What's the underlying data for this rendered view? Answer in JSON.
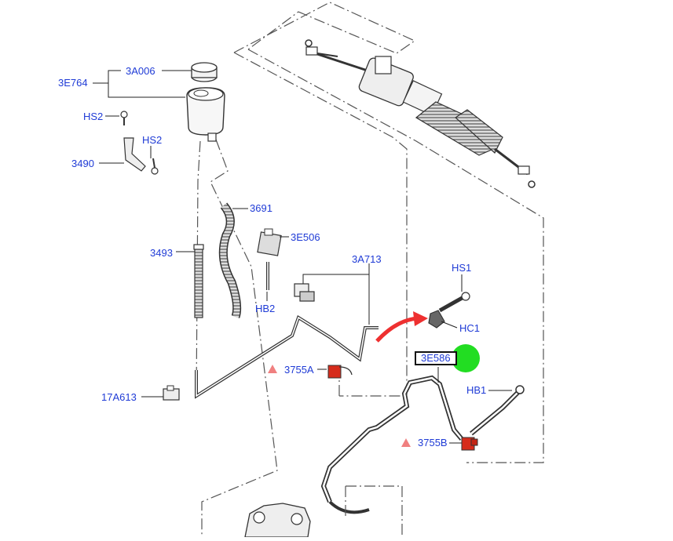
{
  "diagram": {
    "part_labels": {
      "p3E764": "3E764",
      "p3A006": "3A006",
      "pHS2a": "HS2",
      "pHS2b": "HS2",
      "p3490": "3490",
      "p3691": "3691",
      "p3493": "3493",
      "p3E506": "3E506",
      "pHB2": "HB2",
      "p3A713": "3A713",
      "pHS1": "HS1",
      "pHC1": "HC1",
      "p3E586": "3E586",
      "p3755A": "3755A",
      "pHB1": "HB1",
      "p17A613": "17A613",
      "p3755B": "3755B"
    },
    "colors": {
      "label": "#1f3bd6",
      "warning": "#f08080",
      "clip_red": "#d62c1c",
      "arrow_red": "#ee3030",
      "highlight_green": "#22dd22",
      "line": "#222222"
    },
    "icons": {
      "warning": "warning-triangle-icon",
      "highlight": "green-dot-marker"
    }
  }
}
